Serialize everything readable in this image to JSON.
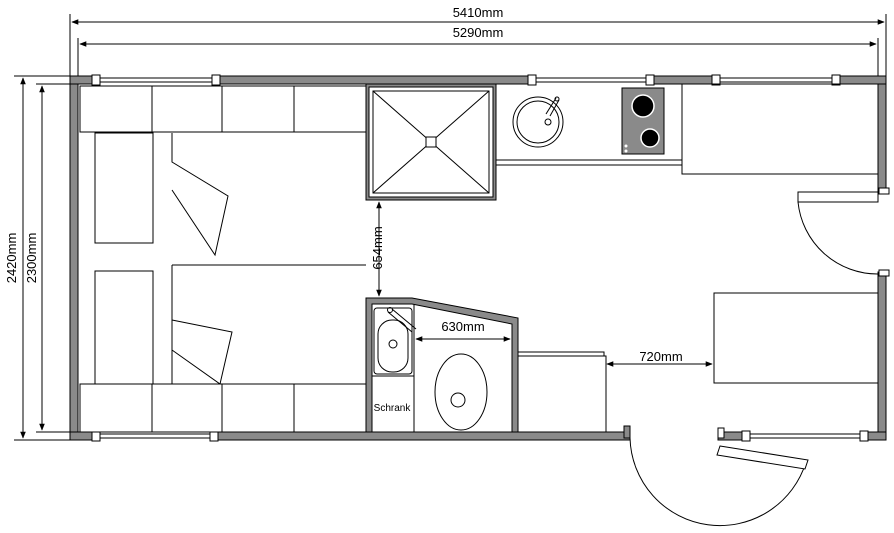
{
  "dimensions": {
    "overall_length": "5410mm",
    "inner_length": "5290mm",
    "overall_width": "2420mm",
    "inner_width": "2300mm",
    "shower_to_wc": "654mm",
    "wc_width": "630mm",
    "passage_width": "720mm"
  },
  "labels": {
    "cabinet": "Schrank"
  }
}
